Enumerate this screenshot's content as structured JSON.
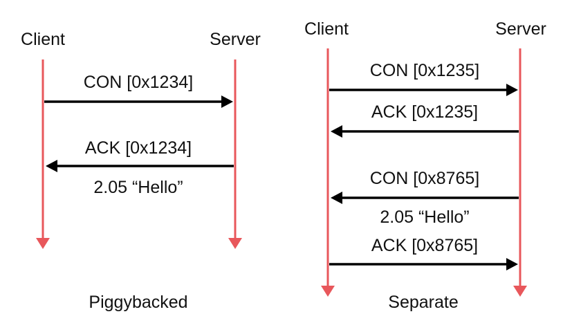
{
  "colors": {
    "background": "#ffffff",
    "lifeline": "#e8575b",
    "message_arrow": "#000000",
    "text": "#111111"
  },
  "piggybacked": {
    "client_label": "Client",
    "server_label": "Server",
    "caption": "Piggybacked",
    "messages": [
      {
        "label": "CON [0x1234]",
        "direction": "client-to-server"
      },
      {
        "label": "ACK [0x1234]",
        "sublabel": "2.05 “Hello”",
        "direction": "server-to-client"
      }
    ]
  },
  "separate": {
    "client_label": "Client",
    "server_label": "Server",
    "caption": "Separate",
    "messages": [
      {
        "label": "CON [0x1235]",
        "direction": "client-to-server"
      },
      {
        "label": "ACK [0x1235]",
        "direction": "server-to-client"
      },
      {
        "label": "CON [0x8765]",
        "sublabel": "2.05 “Hello”",
        "direction": "server-to-client"
      },
      {
        "label": "ACK [0x8765]",
        "direction": "client-to-server"
      }
    ]
  }
}
